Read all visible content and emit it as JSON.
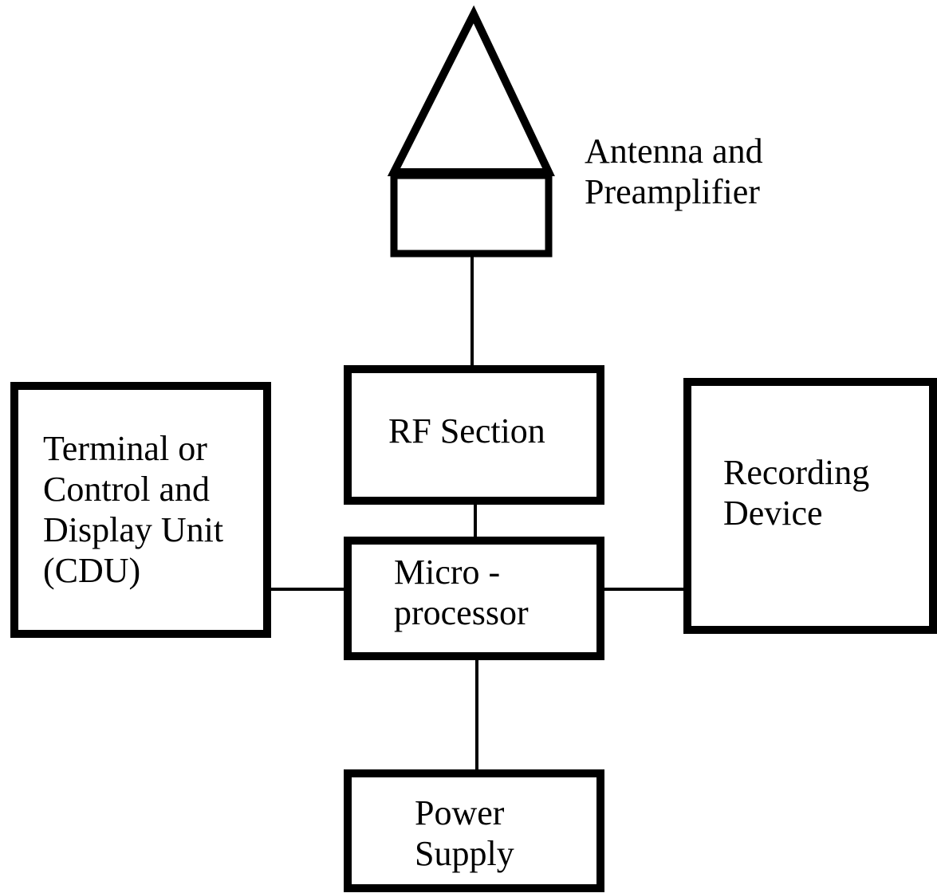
{
  "antenna": {
    "label_line1": "Antenna and",
    "label_line2": "Preamplifier"
  },
  "rf_section": {
    "label": "RF Section"
  },
  "microprocessor": {
    "label_line1": "Micro -",
    "label_line2": "processor"
  },
  "terminal": {
    "label_line1": "Terminal or",
    "label_line2": "Control and",
    "label_line3": "Display Unit",
    "label_line4": "(CDU)"
  },
  "recording_device": {
    "label_line1": "Recording",
    "label_line2": "Device"
  },
  "power_supply": {
    "label_line1": "Power",
    "label_line2": "Supply"
  },
  "colors": {
    "stroke": "#000000",
    "background": "#ffffff"
  }
}
